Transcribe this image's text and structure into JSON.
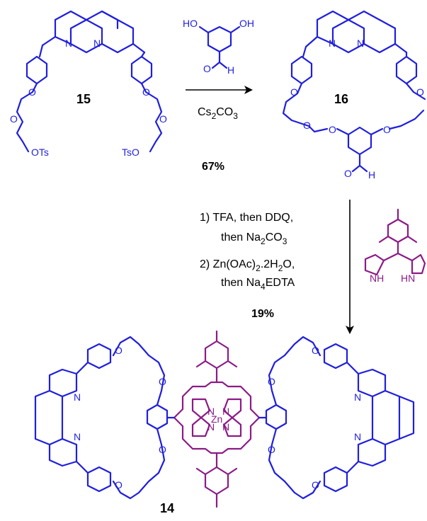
{
  "compounds": {
    "c15": "15",
    "c16": "16",
    "c14": "14"
  },
  "atoms": {
    "N": "N",
    "O": "O",
    "H": "H",
    "OTs": "OTs",
    "TsO": "TsO",
    "HO": "HO",
    "OH": "OH",
    "Zn": "Zn",
    "NH": "NH",
    "HN": "HN"
  },
  "step1": {
    "base_main": "Cs",
    "base_sub1": "2",
    "base_mid": "CO",
    "base_sub2": "3",
    "yield": "67%"
  },
  "step2": {
    "line1": "1)  TFA,  then DDQ,",
    "line2_main": "then Na",
    "line2_sub": "2",
    "line2_tail": "CO",
    "line2_sub2": "3",
    "line3_main": "2)  Zn(OAc)",
    "line3_sub": "2",
    "line3_tail": ".2H",
    "line3_sub2": "2",
    "line3_end": "O,",
    "line4_main": "then Na",
    "line4_sub": "4",
    "line4_tail": "EDTA",
    "yield": "19%"
  },
  "colors": {
    "ligand": "#1f1fdc",
    "porphyrin": "#8c1a86",
    "arrows": "#000000"
  }
}
